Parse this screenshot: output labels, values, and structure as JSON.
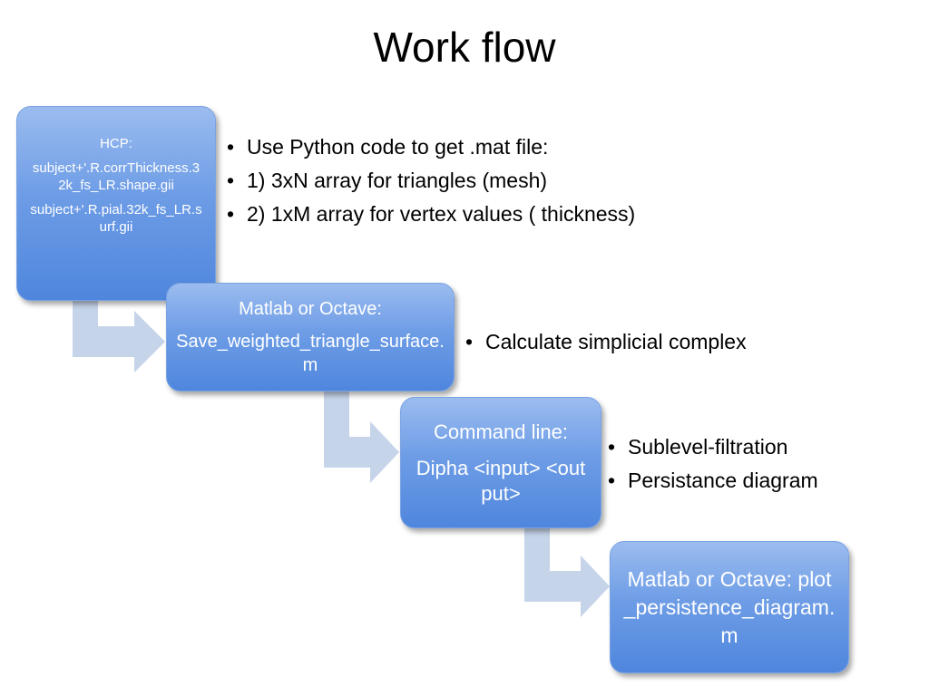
{
  "title": "Work flow",
  "colors": {
    "box_light": "#9bbcef",
    "box_dark": "#4f86dd",
    "arrow": "#c6d4ea",
    "text_on_box": "#ffffff"
  },
  "steps": [
    {
      "lines": [
        "HCP:",
        "subject+'.R.corrThickness.32k_fs_LR.shape.gii",
        "subject+'.R.pial.32k_fs_LR.surf.gii"
      ]
    },
    {
      "lines": [
        "Matlab or Octave:",
        "Save_weighted_triangle_surface.m"
      ]
    },
    {
      "lines": [
        "Command line:",
        "Dipha <input> <output>"
      ]
    },
    {
      "lines": [
        "Matlab or Octave: plot_persistence_diagram.m"
      ]
    }
  ],
  "notes": [
    [
      "Use Python code to get .mat file:",
      "1) 3xN array for triangles (mesh)",
      "2) 1xM array for vertex values ( thickness)"
    ],
    [
      "Calculate simplicial complex"
    ],
    [
      "Sublevel-filtration",
      "Persistance diagram"
    ]
  ]
}
